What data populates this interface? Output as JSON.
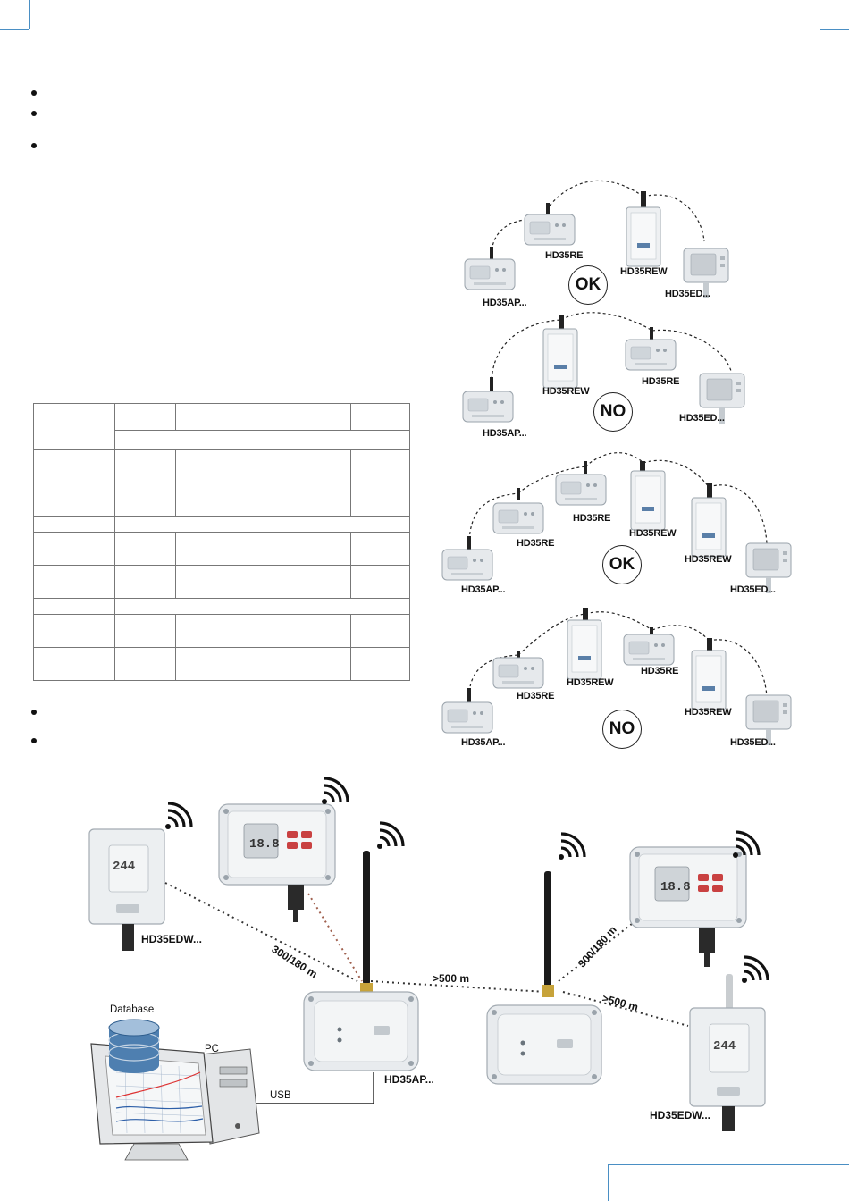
{
  "top_diagrams": {
    "d1": {
      "ap": "HD35AP...",
      "re": "HD35RE",
      "rew": "HD35REW",
      "ed": "HD35ED...",
      "verdict": "OK"
    },
    "d2": {
      "ap": "HD35AP...",
      "rew": "HD35REW",
      "re": "HD35RE",
      "ed": "HD35ED...",
      "verdict": "NO"
    },
    "d3": {
      "ap": "HD35AP...",
      "re1": "HD35RE",
      "re2": "HD35RE",
      "rew1": "HD35REW",
      "rew2": "HD35REW",
      "ed": "HD35ED...",
      "verdict": "OK"
    },
    "d4": {
      "ap": "HD35AP...",
      "re1": "HD35RE",
      "rew1": "HD35REW",
      "re2": "HD35RE",
      "rew2": "HD35REW",
      "ed": "HD35ED...",
      "verdict": "NO"
    }
  },
  "network": {
    "edw_left": "HD35EDW...",
    "distance_left": "300/180 m",
    "distance_mid": ">500 m",
    "distance_right": "300/180 m",
    "distance_right_low": ">500 m",
    "ap": "HD35AP...",
    "edw_right": "HD35EDW...",
    "database": "Database",
    "pc": "PC",
    "usb": "USB"
  },
  "colors": {
    "accent": "#4a8fc4",
    "device_body": "#e9ecef",
    "antenna": "#1a1a1a"
  }
}
